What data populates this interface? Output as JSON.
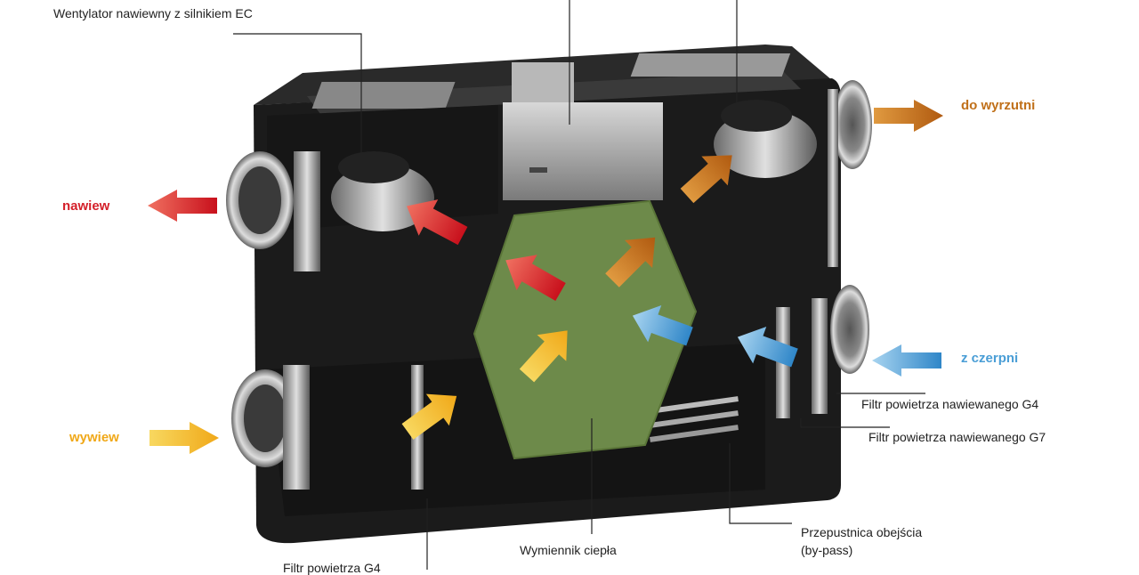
{
  "labels": {
    "supply_fan": "Wentylator nawiewny z silnikiem EC",
    "to_exhaust": "do wyrzutni",
    "supply": "nawiew",
    "from_intake": "z czerpni",
    "extract": "wywiew",
    "filter_g4": "Filtr powietrza nawiewanego G4",
    "filter_g7": "Filtr powietrza nawiewanego G7",
    "bypass_line1": "Przepustnica obejścia",
    "bypass_line2": "(by-pass)",
    "heat_exchanger": "Wymiennik ciepła",
    "bottom_cut": "Filtr powietrza G4"
  },
  "colors": {
    "supply": "#d4202a",
    "exhaust": "#c0701a",
    "intake": "#4a9ed6",
    "extract": "#f0b020",
    "exchanger": "#6d8a4a",
    "housing": "#1b1b1b"
  }
}
